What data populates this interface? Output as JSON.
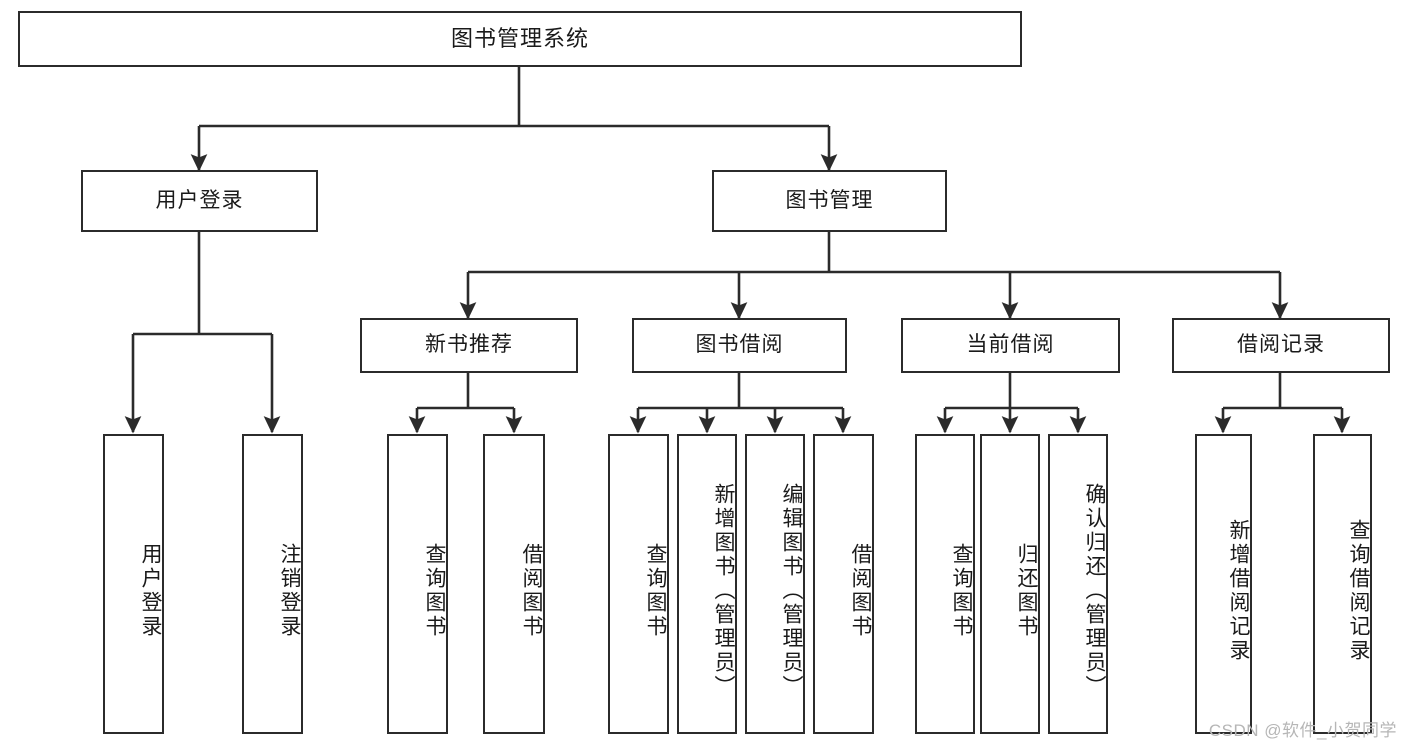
{
  "diagram": {
    "type": "tree",
    "title": "图书管理系统",
    "colors": {
      "box_border": "#2b2b2b",
      "box_fill": "#ffffff",
      "edge": "#2b2b2b",
      "text": "#1a1a1a",
      "watermark": "#b6b6b6"
    },
    "nodes": {
      "root": {
        "label": "图书管理系统"
      },
      "level1": [
        {
          "id": "user_login",
          "label": "用户登录"
        },
        {
          "id": "book_mgmt",
          "label": "图书管理"
        }
      ],
      "level2": [
        {
          "id": "new_book_rec",
          "label": "新书推荐"
        },
        {
          "id": "book_borrow",
          "label": "图书借阅"
        },
        {
          "id": "current_borrow",
          "label": "当前借阅"
        },
        {
          "id": "borrow_record",
          "label": "借阅记录"
        }
      ],
      "leaves": {
        "user_login": [
          {
            "id": "leaf_user_login",
            "label": "用户登录"
          },
          {
            "id": "leaf_logout",
            "label": "注销登录"
          }
        ],
        "new_book_rec": [
          {
            "id": "leaf_query_book_1",
            "label": "查询图书"
          },
          {
            "id": "leaf_borrow_book_1",
            "label": "借阅图书"
          }
        ],
        "book_borrow": [
          {
            "id": "leaf_query_book_2",
            "label": "查询图书"
          },
          {
            "id": "leaf_add_book",
            "label": "新增图书（管理员）"
          },
          {
            "id": "leaf_edit_book",
            "label": "编辑图书（管理员）"
          },
          {
            "id": "leaf_borrow_book_2",
            "label": "借阅图书"
          }
        ],
        "current_borrow": [
          {
            "id": "leaf_query_book_3",
            "label": "查询图书"
          },
          {
            "id": "leaf_return_book",
            "label": "归还图书"
          },
          {
            "id": "leaf_confirm_return",
            "label": "确认归还（管理员）"
          }
        ],
        "borrow_record": [
          {
            "id": "leaf_add_record",
            "label": "新增借阅记录"
          },
          {
            "id": "leaf_query_record",
            "label": "查询借阅记录"
          }
        ]
      }
    },
    "watermark": "CSDN @软件_小贺同学"
  }
}
